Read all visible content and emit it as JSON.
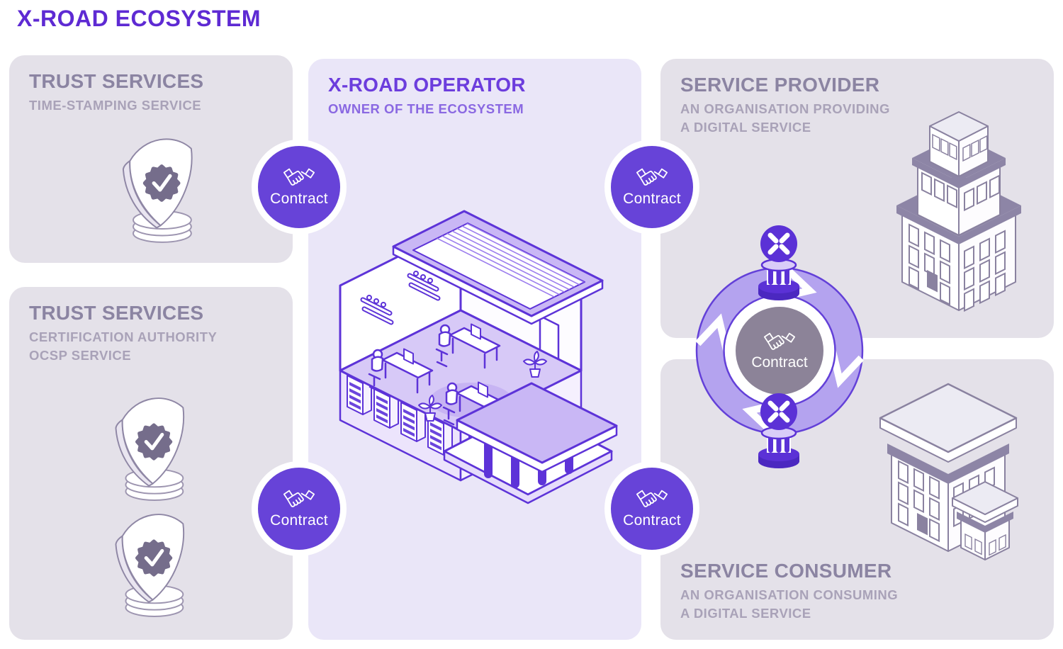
{
  "title": "X-ROAD ECOSYSTEM",
  "contract_label": "Contract",
  "panels": {
    "trust_services_top": {
      "title": "TRUST SERVICES",
      "subtitle": "TIME-STAMPING SERVICE"
    },
    "trust_services_bottom": {
      "title": "TRUST SERVICES",
      "subtitle_line1": "CERTIFICATION AUTHORITY",
      "subtitle_line2": "OCSP SERVICE"
    },
    "operator": {
      "title": "X-ROAD OPERATOR",
      "subtitle": "OWNER OF THE ECOSYSTEM"
    },
    "service_provider": {
      "title": "SERVICE PROVIDER",
      "subtitle_line1": "AN ORGANISATION PROVIDING",
      "subtitle_line2": "A DIGITAL SERVICE"
    },
    "service_consumer": {
      "title": "SERVICE CONSUMER",
      "subtitle_line1": "AN ORGANISATION CONSUMING",
      "subtitle_line2": "A DIGITAL SERVICE"
    }
  },
  "colors": {
    "accent_purple": "#6743d8",
    "title_purple": "#5e2ad3",
    "panel_gray": "#e4e1e9",
    "operator_panel_lavender": "#eae6f8",
    "heading_gray": "#8b84a2",
    "subtitle_gray": "#a9a2b8",
    "ring_fill": "#b4a3ef",
    "center_circle_gray": "#8c8398",
    "illustration_outline": "#5d33d8"
  }
}
